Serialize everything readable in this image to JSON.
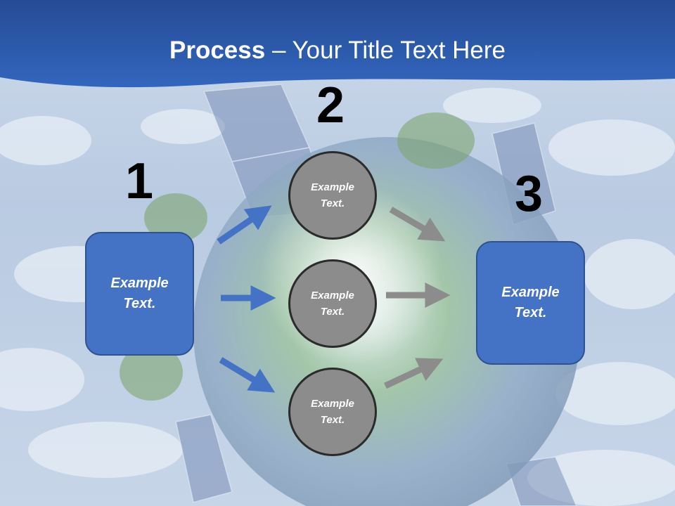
{
  "title": {
    "bold": "Process",
    "rest": " – Your Title Text Here"
  },
  "steps": {
    "one": "1",
    "two": "2",
    "three": "3"
  },
  "left_box": {
    "text": "Example\nText."
  },
  "right_box": {
    "text": "Example\nText."
  },
  "circles": [
    {
      "text": "Example\nText."
    },
    {
      "text": "Example\nText."
    },
    {
      "text": "Example\nText."
    }
  ],
  "colors": {
    "header": "#2a56a6",
    "box": "#4472c4",
    "circle": "#8c8c8c",
    "blue_arrow": "#4472c4",
    "gray_arrow": "#8c8c8c"
  }
}
